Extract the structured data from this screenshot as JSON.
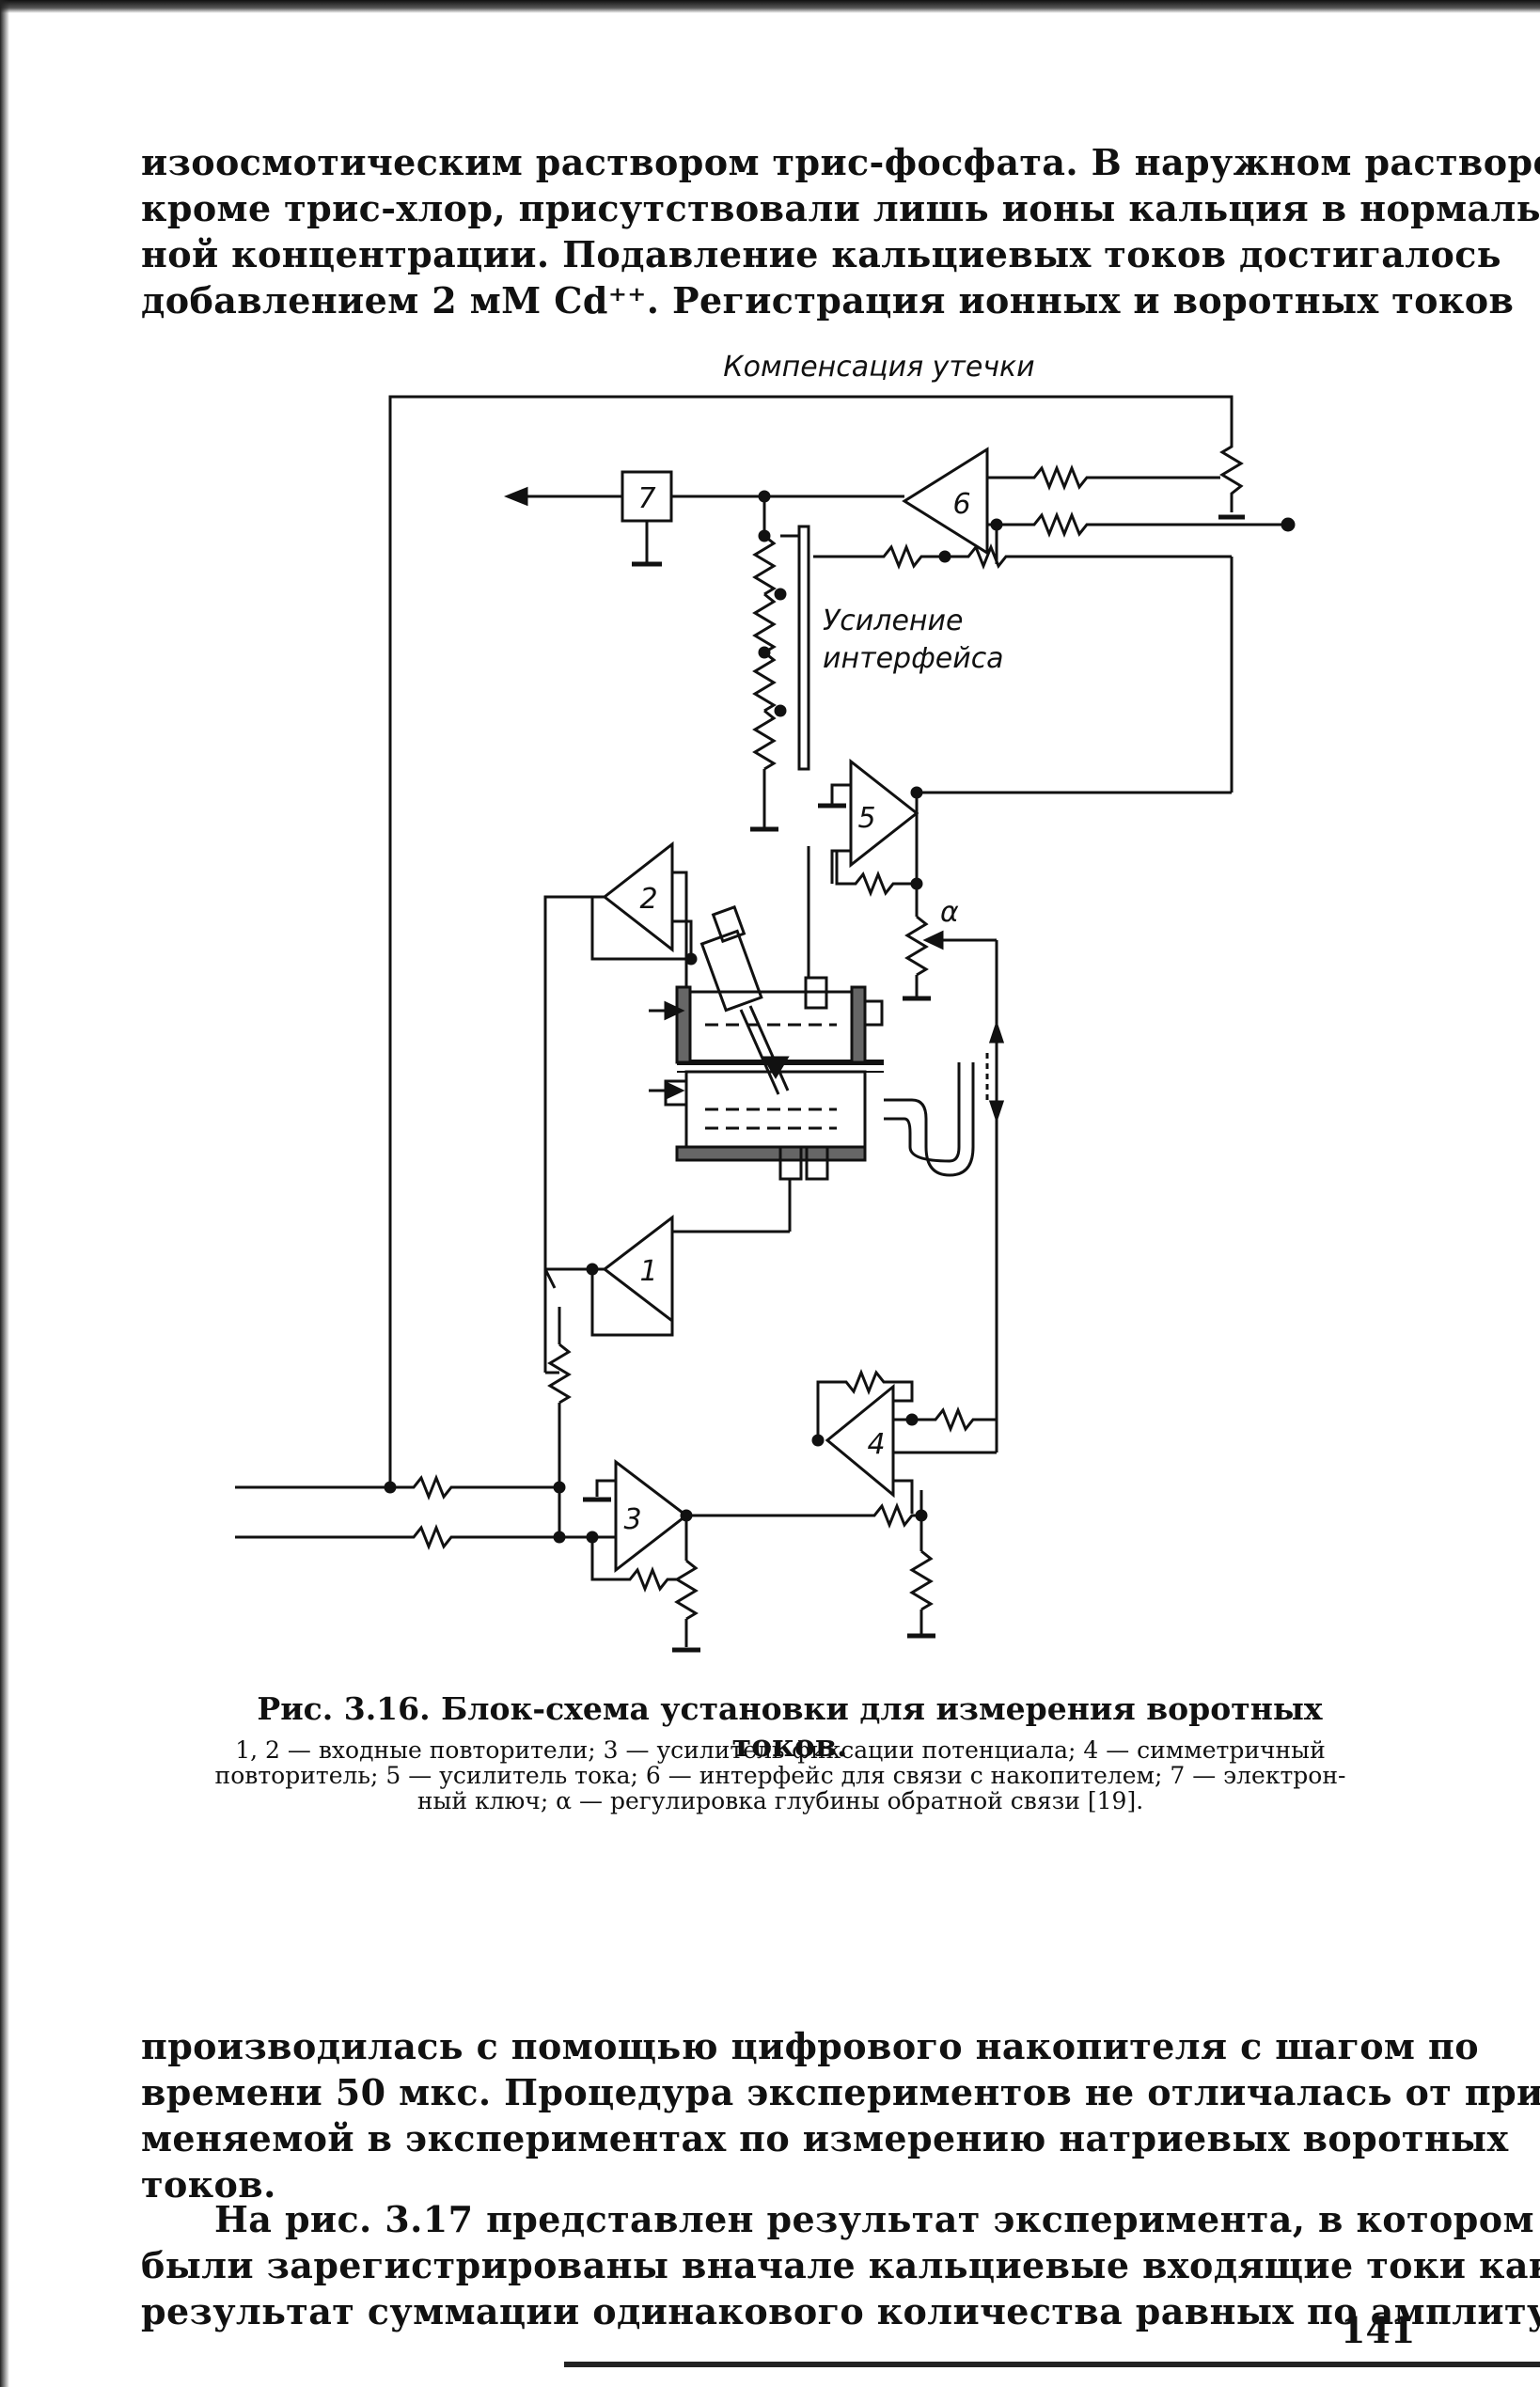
{
  "page": {
    "paragraph_top": [
      "изоосмотическим раствором трис-фосфата. В наружном растворе,",
      "кроме трис-хлор, присутствовали лишь ионы кальция в нормаль-",
      "ной концентрации. Подавление кальциевых токов достигалось",
      "добавлением 2 мМ Cd⁺⁺. Регистрация ионных и воротных токов"
    ],
    "paragraph_bottom": [
      "производилась с помощью цифрового накопителя с шагом по",
      "времени 50 мкс. Процедура экспериментов не отличалась от при-",
      "меняемой в экспериментах по измерению натриевых воротных",
      "токов."
    ],
    "paragraph_bottom2": [
      "На рис. 3.17 представлен результат эксперимента, в котором",
      "были зарегистрированы вначале кальциевые входящие токи как",
      "результат суммации одинакового количества равных по амплитуде"
    ],
    "page_number": "141"
  },
  "figure": {
    "label_leak_compensation": "Компенсация утечки",
    "label_interface_gain_line1": "Усиление",
    "label_interface_gain_line2": "интерфейса",
    "label_alpha": "α",
    "blocks": {
      "b1": "1",
      "b2": "2",
      "b3": "3",
      "b4": "4",
      "b5": "5",
      "b6": "6",
      "b7": "7"
    },
    "caption_title": "Рис. 3.16. Блок-схема установки для измерения воротных токов.",
    "caption_legend": [
      "1, 2 — входные повторители; 3 — усилитель фиксации потенциала; 4 — симметричный",
      "повторитель; 5 — усилитель тока; 6 — интерфейс для связи с накопителем; 7 — электрон-",
      "ный ключ; α — регулировка глубины обратной связи [19]."
    ]
  }
}
